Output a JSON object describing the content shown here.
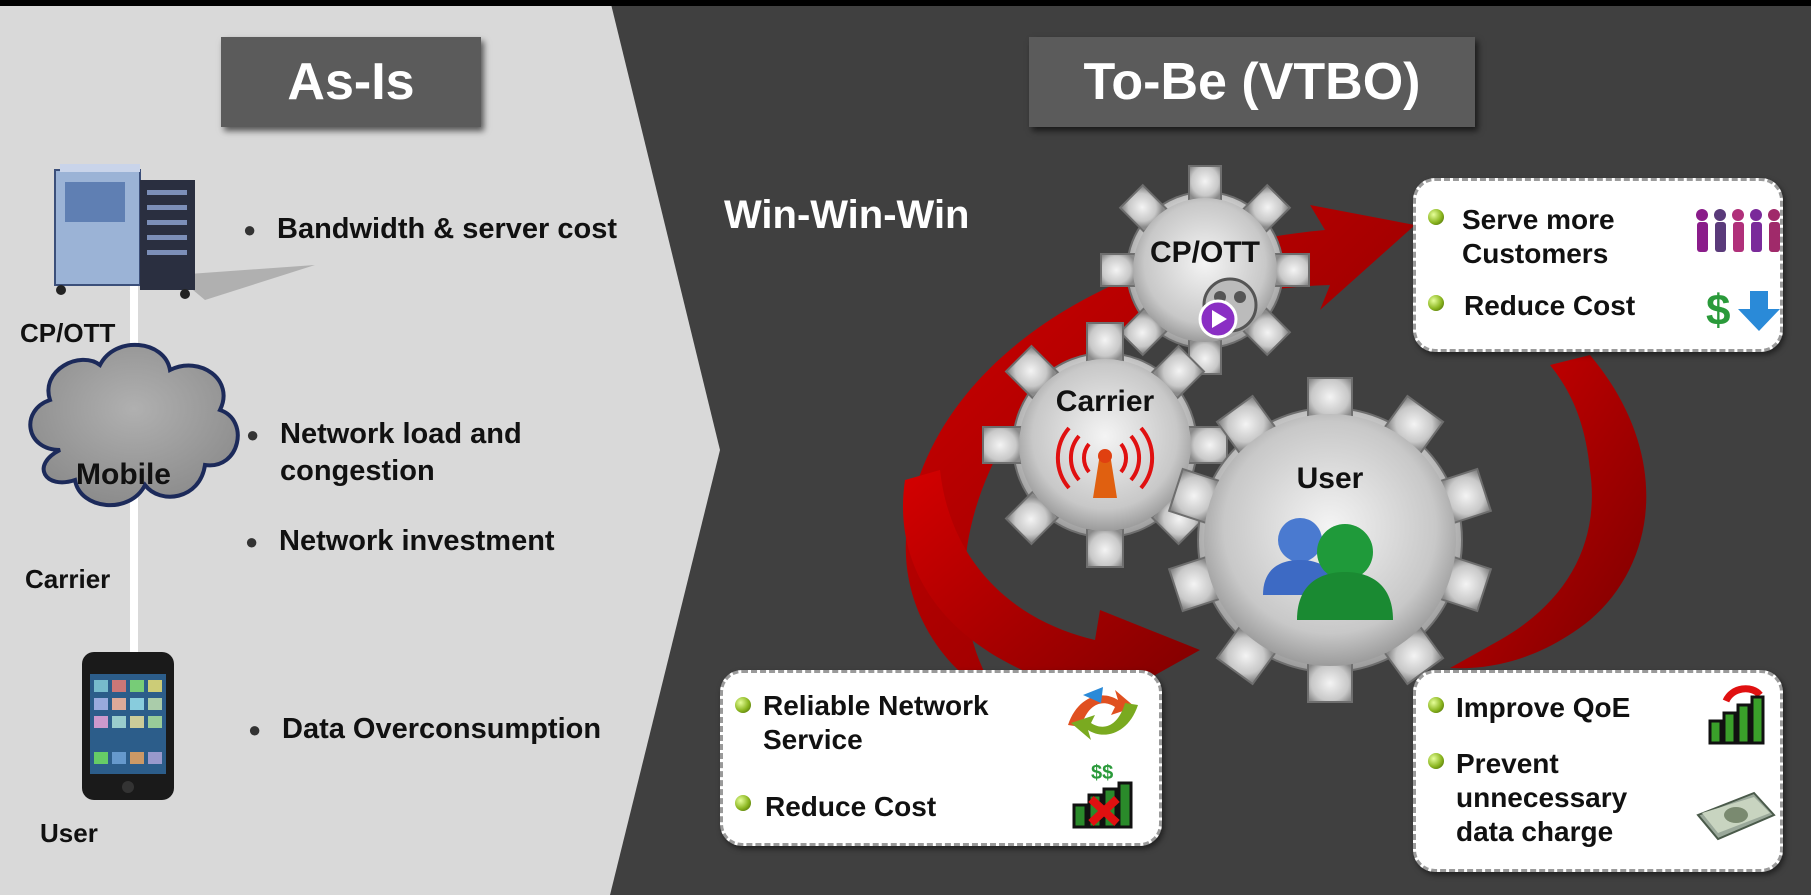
{
  "as_is": {
    "title": "As-Is",
    "nodes": {
      "cp": "CP/OTT",
      "mobile": "Mobile",
      "carrier": "Carrier",
      "user": "User"
    },
    "bullets": [
      "Bandwidth & server cost",
      "Network load and congestion",
      "Network investment",
      "Data Overconsumption"
    ]
  },
  "to_be": {
    "title": "To-Be (VTBO)",
    "tagline": "Win-Win-Win",
    "gears": {
      "cp": "CP/OTT",
      "carrier": "Carrier",
      "user": "User"
    },
    "cp_box": [
      "Serve more Customers",
      "Reduce Cost"
    ],
    "carrier_box": [
      "Reliable Network Service",
      "Reduce Cost"
    ],
    "user_box": [
      "Improve QoE",
      "Prevent unnecessary data charge"
    ]
  },
  "icons": [
    "server-icon",
    "cloud-icon",
    "smartphone-icon",
    "film-reel-icon",
    "antenna-icon",
    "users-icon",
    "people-icon",
    "dollar-down-icon",
    "network-arrows-icon",
    "cost-chart-icon",
    "signal-bars-icon",
    "money-icon"
  ],
  "colors": {
    "left_bg": "#d9d9d9",
    "right_bg": "#404040",
    "arrow": "#b30000",
    "title_bg": "#5b5b5b"
  }
}
